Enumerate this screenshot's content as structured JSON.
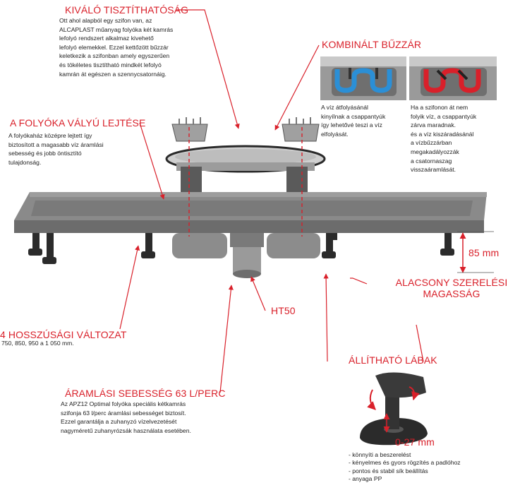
{
  "sections": {
    "cleaning": {
      "title": "KIVÁLÓ TISZTÍTHATÓSÁG",
      "lines": [
        "Ott ahol alapból egy szifon van, az",
        "ALCAPLAST műanyag folyóka két kamrás",
        "lefolyó rendszert alkalmaz kivehető",
        "lefolyó elemekkel.  Ezzel kettőzött bűzzár",
        "keletkezik a szifonban amely egyszerűen",
        "és tökéletes tisztítható mindkét lefolyó",
        "kamrán át egészen a szennycsatornáig."
      ]
    },
    "trap": {
      "title": "KOMBINÁLT BŰZZÁR",
      "left_lines": [
        "A víz átfolyásánál",
        "kinyílnak a csappantyúk",
        "így lehetővé teszi a víz",
        "elfolyását."
      ],
      "right_lines": [
        "Ha a szifonon át nem",
        "folyik víz, a csappantyúk",
        "zárva maradnak.",
        "és a víz kiszáradásánál",
        "a vízbűzzárban",
        "megakadályozzák",
        "a csatornaszag",
        "visszaáramlását."
      ]
    },
    "slope": {
      "title": "A FOLYÓKA VÁLYÚ LEJTÉSE",
      "lines": [
        "A folyókaház középre lejtett így",
        "biztosított a magasabb víz áramlási",
        "sebesség és jobb öntisztító",
        "tulajdonság."
      ]
    },
    "height": {
      "dimension": "85 mm",
      "title_line1": "ALACSONY SZERELÉSI",
      "title_line2": "MAGASSÁG"
    },
    "outlet": {
      "label": "HT50"
    },
    "variants": {
      "title": "4 HOSSZÚSÁGI VÁLTOZAT",
      "text": "750, 850, 950 a 1 050 mm."
    },
    "feet": {
      "title": "ÁLLÍTHATÓ LÁBAK",
      "range": "0-27 mm",
      "bullets": [
        "- könnyíti a beszerelést",
        "- kényelmes és gyors rögzítés a padlóhoz",
        "- pontos és stabil sík beállítás",
        "- anyaga PP"
      ]
    },
    "flow": {
      "title": "ÁRAMLÁSI SEBESSÉG 63 L/PERC",
      "lines": [
        "Az APZ12 Optimal folyóka speciális kétkamrás",
        "szifonja 63 l/perc áramlási sebességet biztosít.",
        "Ezzel garantálja a zuhanyzó vízelvezetését",
        "nagyméretű zuhanyrózsák használata esetében."
      ]
    }
  },
  "colors": {
    "accent": "#d9202a",
    "channel": "#7d7d7d",
    "dark": "#2b2b2b",
    "trap_open": "#2b8fd6",
    "trap_closed": "#d9202a"
  }
}
